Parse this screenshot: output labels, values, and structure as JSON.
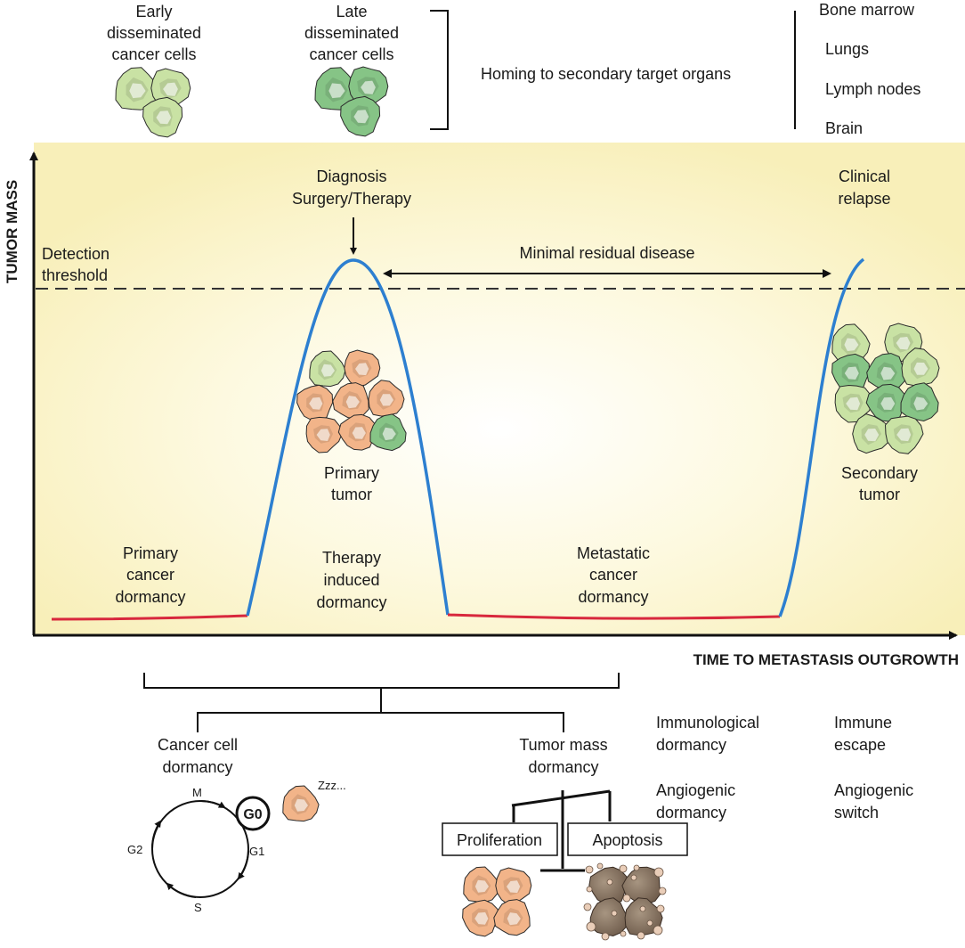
{
  "header": {
    "early_cells_lines": [
      "Early",
      "disseminated",
      "cancer cells"
    ],
    "late_cells_lines": [
      "Late",
      "disseminated",
      "cancer cells"
    ],
    "homing_label": "Homing to secondary target organs",
    "organs": [
      "Bone marrow",
      "Lungs",
      "Lymph nodes",
      "Brain"
    ]
  },
  "chart": {
    "y_axis_label": "TUMOR MASS",
    "x_axis_label": "TIME TO METASTASIS OUTGROWTH",
    "detection_threshold_lines": [
      "Detection",
      "threshold"
    ],
    "diagnosis_lines": [
      "Diagnosis",
      "Surgery/Therapy"
    ],
    "clinical_relapse_lines": [
      "Clinical",
      "relapse"
    ],
    "minimal_residual_disease": "Minimal residual disease",
    "primary_tumor_lines": [
      "Primary",
      "tumor"
    ],
    "secondary_tumor_lines": [
      "Secondary",
      "tumor"
    ],
    "primary_dormancy_lines": [
      "Primary",
      "cancer",
      "dormancy"
    ],
    "therapy_dormancy_lines": [
      "Therapy",
      "induced",
      "dormancy"
    ],
    "metastatic_dormancy_lines": [
      "Metastatic",
      "cancer",
      "dormancy"
    ]
  },
  "bottom": {
    "cancer_cell_dormancy_lines": [
      "Cancer cell",
      "dormancy"
    ],
    "tumor_mass_dormancy_lines": [
      "Tumor mass",
      "dormancy"
    ],
    "immunological_dormancy_lines": [
      "Immunological",
      "dormancy"
    ],
    "angiogenic_dormancy_lines": [
      "Angiogenic",
      "dormancy"
    ],
    "immune_escape_lines": [
      "Immune",
      "escape"
    ],
    "angiogenic_switch_lines": [
      "Angiogenic",
      "switch"
    ],
    "cell_cycle": {
      "m": "M",
      "g0": "G0",
      "g1": "G1",
      "g2": "G2",
      "s": "S"
    },
    "zzz": "Zzz...",
    "proliferation": "Proliferation",
    "apoptosis": "Apoptosis"
  },
  "colors": {
    "panel_background": "#f8efb9",
    "rising_curve": "#2d7fd0",
    "dormancy_line": "#d8283d",
    "early_cell": "#c9e2a4",
    "late_cell": "#86c486",
    "primary_cell": "#f2b489"
  }
}
